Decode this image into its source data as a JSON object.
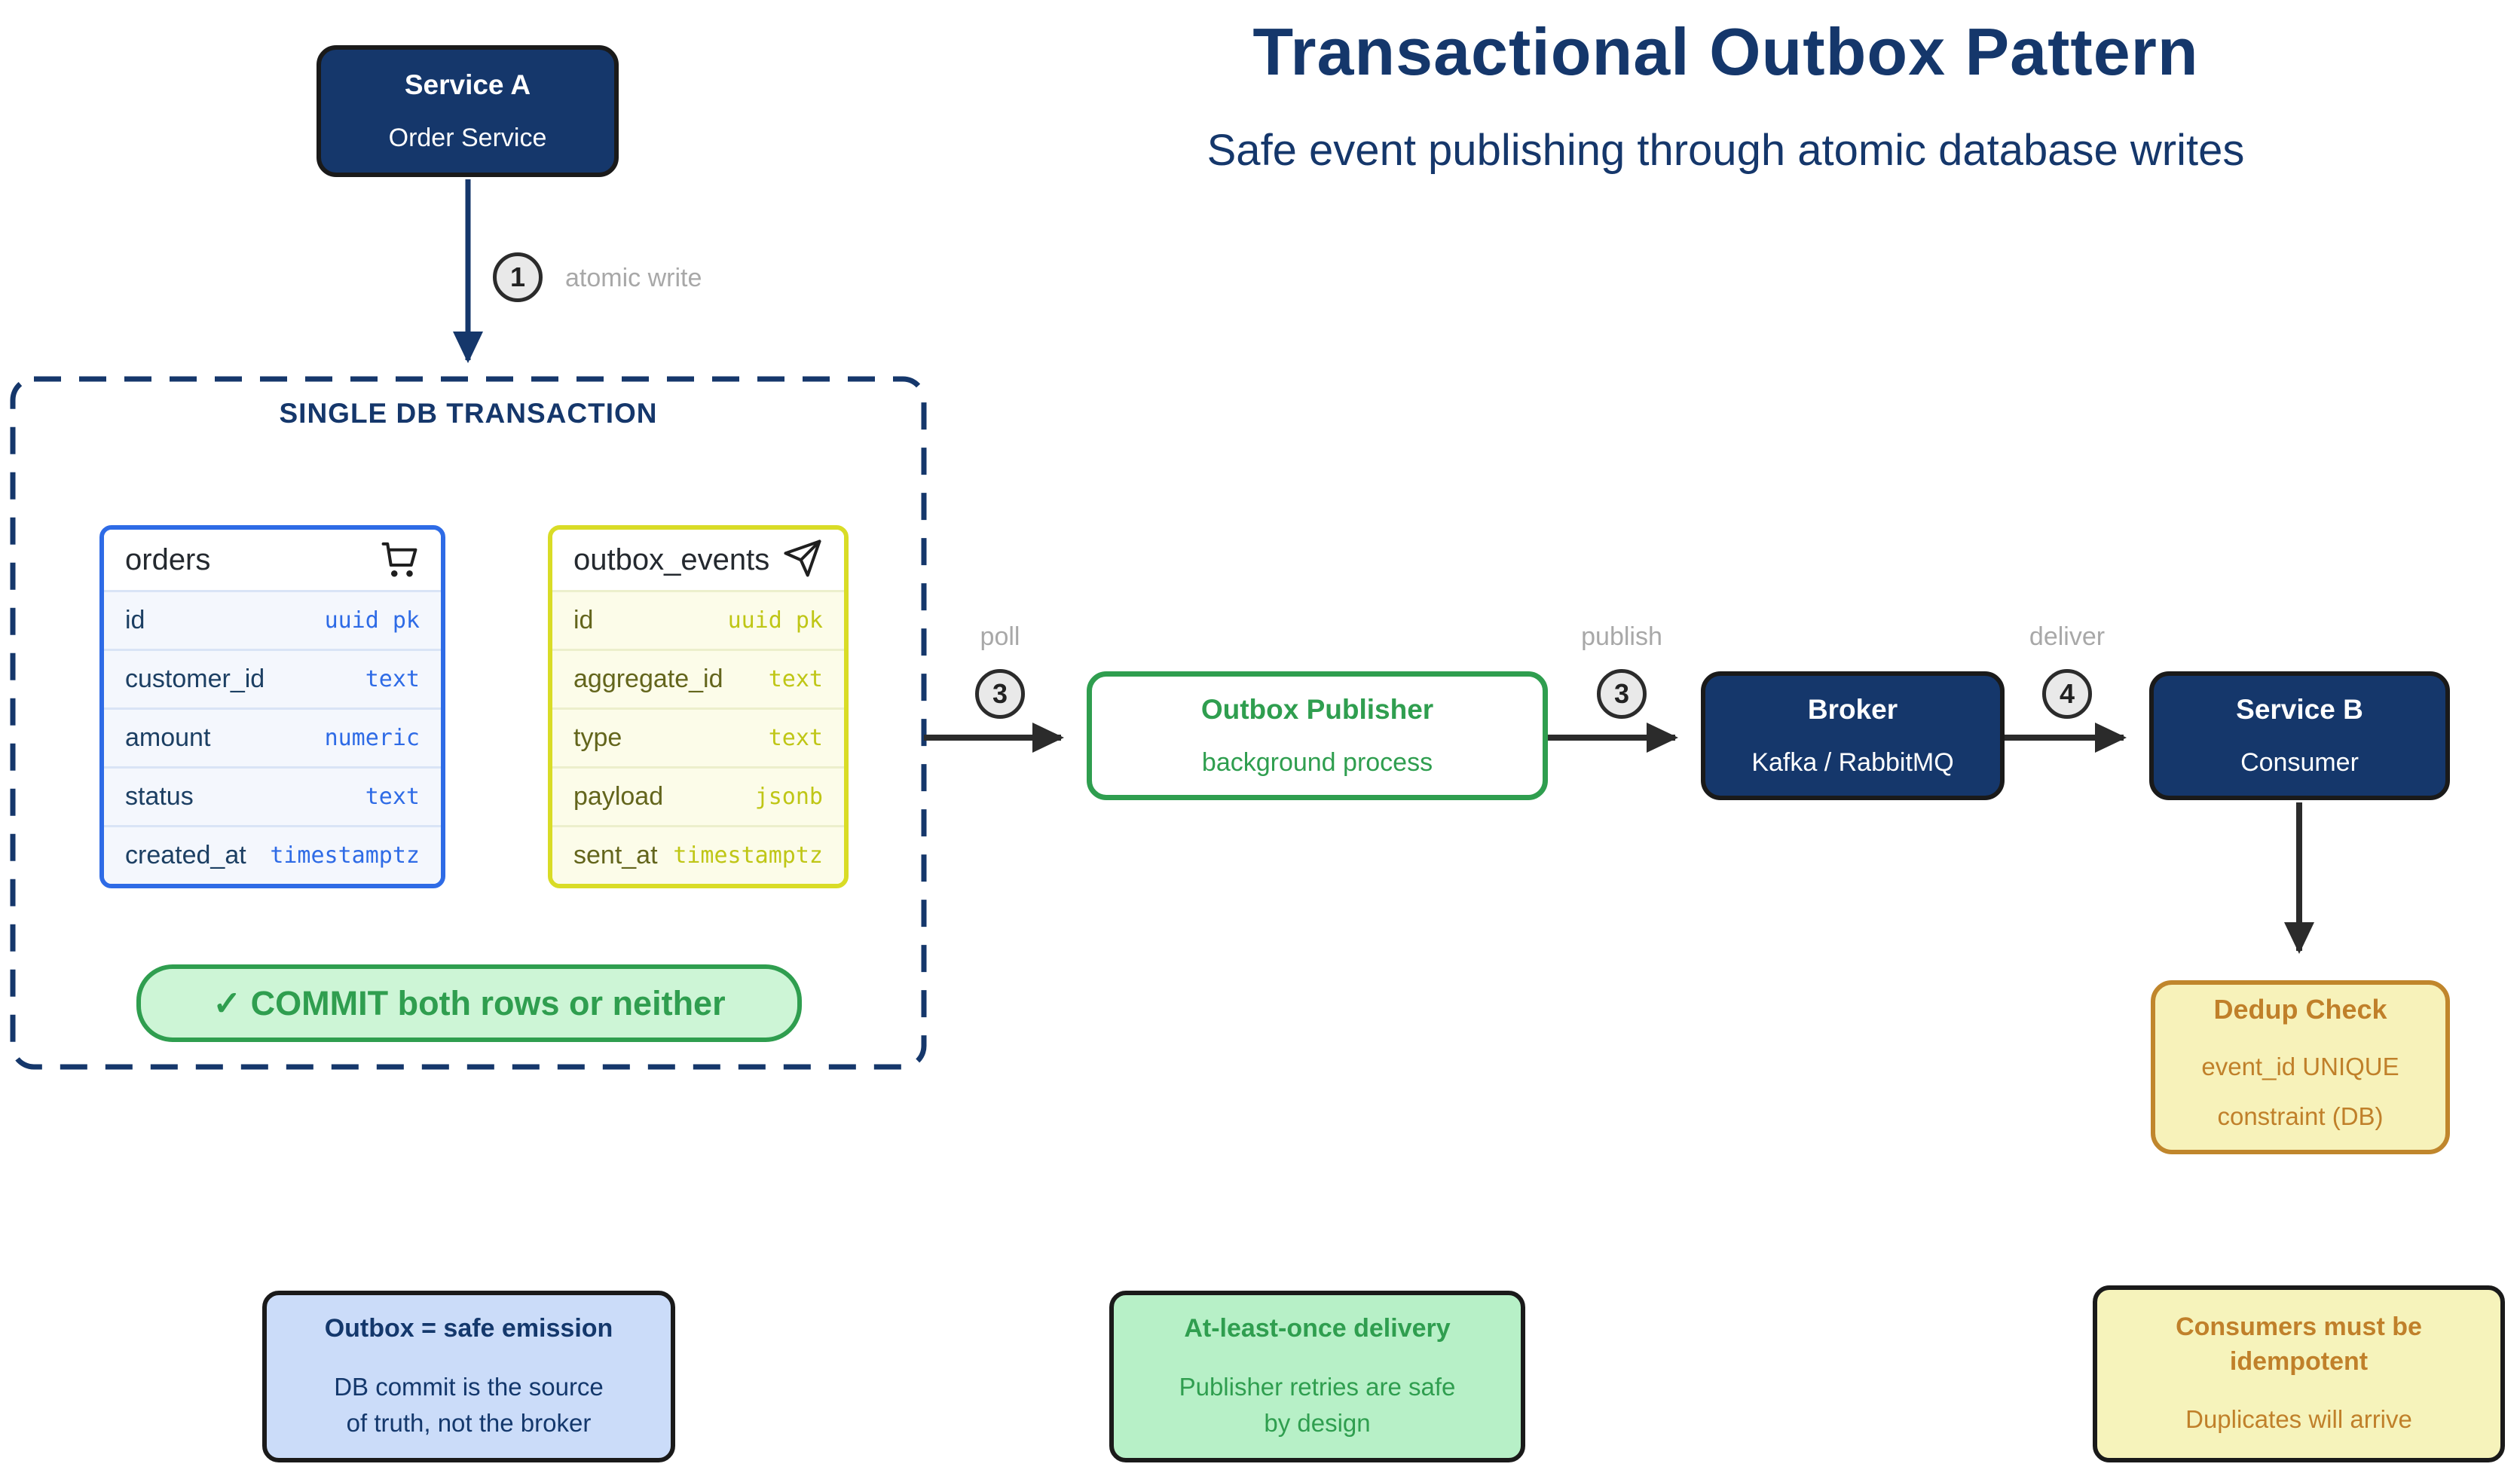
{
  "header": {
    "title": "Transactional Outbox Pattern",
    "subtitle": "Safe event publishing through atomic database writes"
  },
  "nodes": {
    "service_a": {
      "title": "Service A",
      "subtitle": "Order Service"
    },
    "publisher": {
      "title": "Outbox Publisher",
      "subtitle": "background process"
    },
    "broker": {
      "title": "Broker",
      "subtitle": "Kafka / RabbitMQ"
    },
    "service_b": {
      "title": "Service B",
      "subtitle": "Consumer"
    },
    "dedup": {
      "title": "Dedup Check",
      "body": "event_id UNIQUE\nconstraint (DB)"
    }
  },
  "transaction": {
    "label": "SINGLE DB TRANSACTION",
    "commit_banner": "✓ COMMIT both rows or neither",
    "tables": [
      {
        "name": "orders",
        "icon": "shopping-cart-icon",
        "rows": [
          {
            "field": "id",
            "type": "uuid pk"
          },
          {
            "field": "customer_id",
            "type": "text"
          },
          {
            "field": "amount",
            "type": "numeric"
          },
          {
            "field": "status",
            "type": "text"
          },
          {
            "field": "created_at",
            "type": "timestamptz"
          }
        ]
      },
      {
        "name": "outbox_events",
        "icon": "paper-plane-icon",
        "rows": [
          {
            "field": "id",
            "type": "uuid pk"
          },
          {
            "field": "aggregate_id",
            "type": "text"
          },
          {
            "field": "type",
            "type": "text"
          },
          {
            "field": "payload",
            "type": "jsonb"
          },
          {
            "field": "sent_at",
            "type": "timestamptz"
          }
        ]
      }
    ]
  },
  "steps": [
    {
      "number": "1",
      "label": "atomic write"
    },
    {
      "number": "3",
      "label": "poll"
    },
    {
      "number": "3",
      "label": "publish"
    },
    {
      "number": "4",
      "label": "deliver"
    }
  ],
  "notes": [
    {
      "title": "Outbox = safe emission",
      "body": "DB commit is the source\nof truth, not the broker"
    },
    {
      "title": "At-least-once delivery",
      "body": "Publisher retries are safe\nby design"
    },
    {
      "title": "Consumers must be\nidempotent",
      "body": "Duplicates will arrive"
    }
  ],
  "colors": {
    "navy": "#15376b",
    "green": "#2f9e4f",
    "table_blue": "#2e6be6",
    "table_yellow": "#d9dc26",
    "orange": "#c0802a",
    "arrow_black": "#2b2b2b",
    "step_label_gray": "#a8a8a8",
    "commit_fill": "#cdf5d6",
    "note_blue_fill": "#cbdcf9",
    "note_green_fill": "#b7f0c7",
    "note_yellow_fill": "#f6f3bb",
    "dedup_fill": "#f7f2ba"
  }
}
